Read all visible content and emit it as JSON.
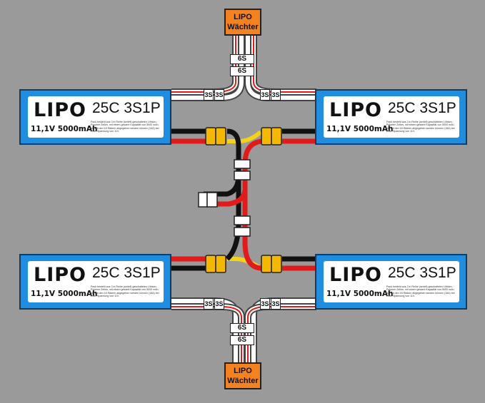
{
  "batteries": [
    {
      "brand": "LIPO",
      "spec": "25C 3S1P",
      "voltage": "11,1V 5000mAh",
      "description": "Pack besteht aus 3 in Reihe (seriell) geschalteten Lithium-Polymer Zellen, mit einem gesamt Kapazität von 5000 mAh, die mit den 18 Rädern abgegeben werden können (15A) bei einer Spannung von 11V."
    },
    {
      "brand": "LIPO",
      "spec": "25C 3S1P",
      "voltage": "11,1V 5000mAh",
      "description": "Pack besteht aus 3 in Reihe (seriell) geschalteten Lithium-Polymer Zellen, mit einem gesamt Kapazität von 5000 mAh, die mit den 18 Rädern abgegeben werden können (15A) bei einer Spannung von 11V."
    },
    {
      "brand": "LIPO",
      "spec": "25C 3S1P",
      "voltage": "11,1V 5000mAh",
      "description": "Pack besteht aus 3 in Reihe (seriell) geschalteten Lithium-Polymer Zellen, mit einem gesamt Kapazität von 5000 mAh, die mit den 18 Rädern abgegeben werden können (15A) bei einer Spannung von 11V."
    },
    {
      "brand": "LIPO",
      "spec": "25C 3S1P",
      "voltage": "11,1V 5000mAh",
      "description": "Pack besteht aus 3 in Reihe (seriell) geschalteten Lithium-Polymer Zellen, mit einem gesamt Kapazität von 5000 mAh, die mit den 18 Rädern abgegeben werden können (15A) bei einer Spannung von 11V."
    }
  ],
  "guards": [
    {
      "line1": "LIPO",
      "line2": "Wächter"
    },
    {
      "line1": "LIPO",
      "line2": "Wächter"
    }
  ],
  "connectors": {
    "balancer_6s": "6S",
    "balancer_3s": "3S"
  },
  "colors": {
    "background": "#9a9a9a",
    "battery": "#1f8ee0",
    "guard": "#f58220",
    "plus_wire": "#e01b1b",
    "minus_wire": "#111111",
    "series_wire": "#f2d21a",
    "xt_plug": "#f5b800"
  }
}
